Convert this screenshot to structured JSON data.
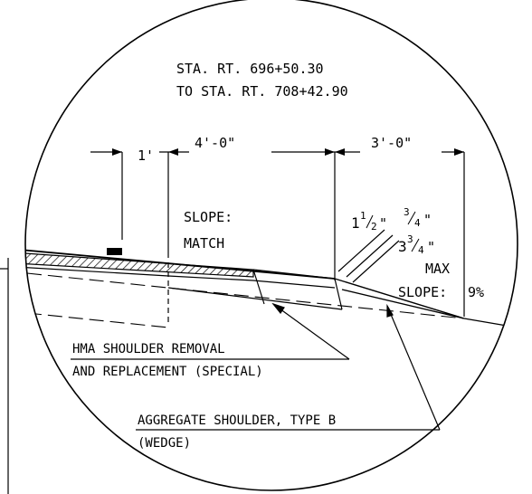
{
  "station": {
    "line1": "STA. RT. 696+50.30",
    "line2": "TO STA. RT. 708+42.90"
  },
  "dimensions": {
    "offset": "1'",
    "left_width": "4'-0\"",
    "right_width": "3'-0\""
  },
  "slope_match": {
    "line1": "SLOPE:",
    "line2": "MATCH"
  },
  "thickness": {
    "a_whole": "1",
    "a_num": "1",
    "a_den": "2",
    "a_unit": "\"",
    "b_num": "3",
    "b_den": "4",
    "b_unit": "\"",
    "c_whole": "3",
    "c_num": "3",
    "c_den": "4",
    "c_unit": "\""
  },
  "max_slope": {
    "line1": "MAX",
    "line2": "SLOPE:",
    "value": "9%"
  },
  "callouts": {
    "hma_line1": "HMA SHOULDER REMOVAL",
    "hma_line2": "AND REPLACEMENT (SPECIAL)",
    "agg_line1": "AGGREGATE SHOULDER, TYPE B",
    "agg_line2": "(WEDGE)"
  }
}
